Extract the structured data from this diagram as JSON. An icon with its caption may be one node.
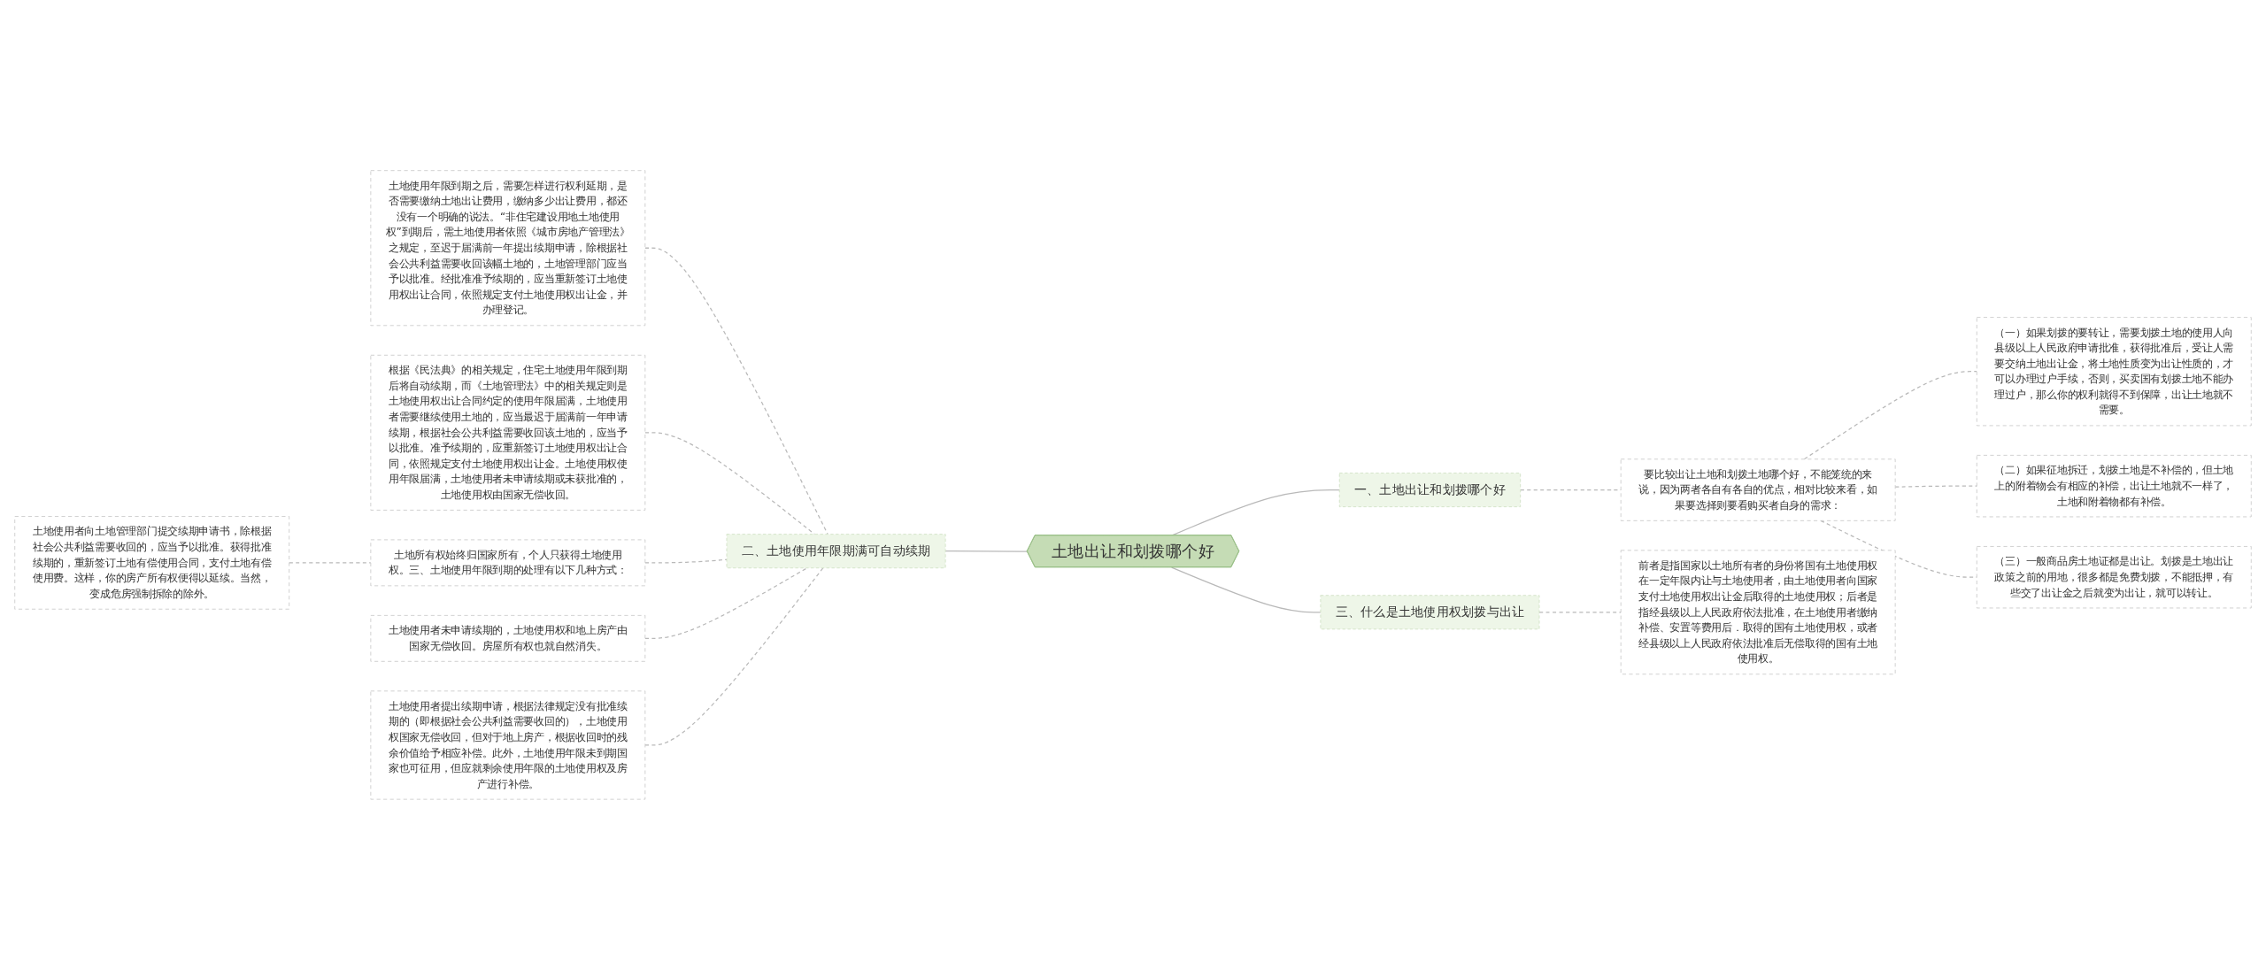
{
  "diagram": {
    "nodes": [
      {
        "text": [
          "土地出让和划拨哪个好"
        ]
      },
      {
        "text": [
          "一、土地出让和划拨哪个好"
        ]
      },
      {
        "text": [
          "要比较出让土地和划拨土地哪个好，不能笼统的来说，因为两者各自有各自的优点，相对比较来看，如果要选择则要看购买者自身的需求："
        ]
      },
      {
        "text": [
          "（一）如果划拨的要转让，需要划拨土地的使用人向县级以上人民政府申请批准，获得批准后，受让人需要交纳土地出让金，将土地性质变为出让性质的，才可以办理过户手续，否则，买卖国有划拨土地不能办理过户，那么你的权利就得不到保障，出让土地就不需要。"
        ]
      },
      {
        "text": [
          "（二）如果征地拆迁，划拨土地是不补偿的，但土地上的附着物会有相应的补偿，出让土地就不一样了，土地和附着物都有补偿。"
        ]
      },
      {
        "text": [
          "（三）一般商品房土地证都是出让。划拨是土地出让政策之前的用地，很多都是免费划拨，不能抵押，有些交了出让金之后就变为出让，就可以转让。"
        ]
      },
      {
        "text": [
          "三、什么是土地使用权划拨与出让"
        ]
      },
      {
        "text": [
          "前者是指国家以土地所有者的身份将国有土地使用权在一定年限内让与土地使用者，由土地使用者向国家支付土地使用权出让金后取得的土地使用权；后者是指经县级以上人民政府依法批准，在土地使用者缴纳补偿、安置等费用后．取得的国有土地使用权，或者经县级以上人民政府依法批准后无偿取得的国有土地使用权。"
        ]
      },
      {
        "text": [
          "二、土地使用年限期满可自动续期"
        ]
      },
      {
        "text": [
          "土地使用年限到期之后，需要怎样进行权利延期，是否需要缴纳土地出让费用，缴纳多少出让费用，都还没有一个明确的说法。“非住宅建设用地土地使用权”到期后，需土地使用者依照《城市房地产管理法》之规定，至迟于届满前一年提出续期申请，除根据社会公共利益需要收回该幅土地的，土地管理部门应当予以批准。经批准准予续期的，应当重新签订土地使用权出让合同，依照规定支付土地使用权出让金，并办理登记。"
        ]
      },
      {
        "text": [
          "根据《民法典》的相关规定，住宅土地使用年限到期后将自动续期，而《土地管理法》中的相关规定则是土地使用权出让合同约定的使用年限届满，土地使用者需要继续使用土地的，应当最迟于届满前一年申请续期，根据社会公共利益需要收回该土地的，应当予以批准。准予续期的，应重新签订土地使用权出让合同，依照规定支付土地使用权出让金。土地使用权使用年限届满，土地使用者未申请续期或未获批准的，土地使用权由国家无偿收回。"
        ]
      },
      {
        "text": [
          "土地所有权始终归国家所有，个人只获得土地使用权。三、土地使用年限到期的处理有以下几种方式："
        ]
      },
      {
        "text": [
          "土地使用者向土地管理部门提交续期申请书，除根据社会公共利益需要收回的，应当予以批准。获得批准续期的，重新签订土地有偿使用合同，支付土地有偿使用费。这样，你的房产所有权便得以延续。当然，变成危房强制拆除的除外。"
        ]
      },
      {
        "text": [
          "土地使用者未申请续期的，土地使用权和地上房产由国家无偿收回。房屋所有权也就自然消失。"
        ]
      },
      {
        "text": [
          "土地使用者提出续期申请，根据法律规定没有批准续期的（即根据社会公共利益需要收回的），土地使用权国家无偿收回，但对于地上房产，根据收回时的残余价值给予相应补偿。此外，土地使用年限未到期国家也可征用，但应就剩余使用年限的土地使用权及房产进行补偿。"
        ]
      }
    ],
    "edges": [
      {
        "from": 0,
        "to": 1,
        "arrow": "none"
      },
      {
        "from": 1,
        "to": 2,
        "arrow": "none",
        "style": "dashed"
      },
      {
        "from": 2,
        "to": 3,
        "arrow": "none",
        "style": "dashed"
      },
      {
        "from": 2,
        "to": 4,
        "arrow": "none",
        "style": "dashed"
      },
      {
        "from": 2,
        "to": 5,
        "arrow": "none",
        "style": "dashed"
      },
      {
        "from": 0,
        "to": 6,
        "arrow": "none"
      },
      {
        "from": 6,
        "to": 7,
        "arrow": "none",
        "style": "dashed"
      },
      {
        "from": 0,
        "to": 8,
        "arrow": "none"
      },
      {
        "from": 8,
        "to": 9,
        "arrow": "none",
        "style": "dashed"
      },
      {
        "from": 8,
        "to": 10,
        "arrow": "none",
        "style": "dashed"
      },
      {
        "from": 8,
        "to": 11,
        "arrow": "none",
        "style": "dashed"
      },
      {
        "from": 11,
        "to": 12,
        "arrow": "none",
        "style": "dashed"
      },
      {
        "from": 8,
        "to": 13,
        "arrow": "none",
        "style": "dashed"
      },
      {
        "from": 8,
        "to": 14,
        "arrow": "none",
        "style": "dashed"
      }
    ]
  }
}
